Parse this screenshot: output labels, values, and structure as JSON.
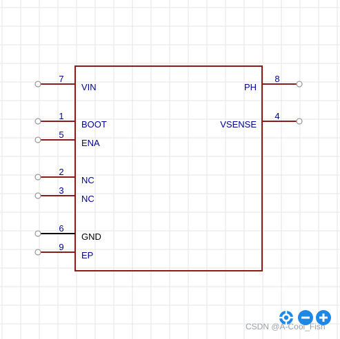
{
  "component": {
    "pins_left": [
      {
        "number": "7",
        "name": "VIN"
      },
      {
        "number": "1",
        "name": "BOOT"
      },
      {
        "number": "5",
        "name": "ENA"
      },
      {
        "number": "2",
        "name": "NC"
      },
      {
        "number": "3",
        "name": "NC"
      },
      {
        "number": "6",
        "name": "GND"
      },
      {
        "number": "9",
        "name": "EP"
      }
    ],
    "pins_right": [
      {
        "number": "8",
        "name": "PH"
      },
      {
        "number": "4",
        "name": "VSENSE"
      }
    ]
  },
  "toolbar": {
    "icons": [
      "locate-icon",
      "zoom-out-icon",
      "zoom-in-icon"
    ]
  },
  "watermark": "CSDN @A-Cool_Fish",
  "colors": {
    "body_outline": "#8b1a1a",
    "pin_line": "#8b1a1a",
    "ground_pin_line": "#000000",
    "pin_text": "#00008b",
    "grid": "#e6e6e6",
    "toolbar_blue": "#1e88e5"
  }
}
